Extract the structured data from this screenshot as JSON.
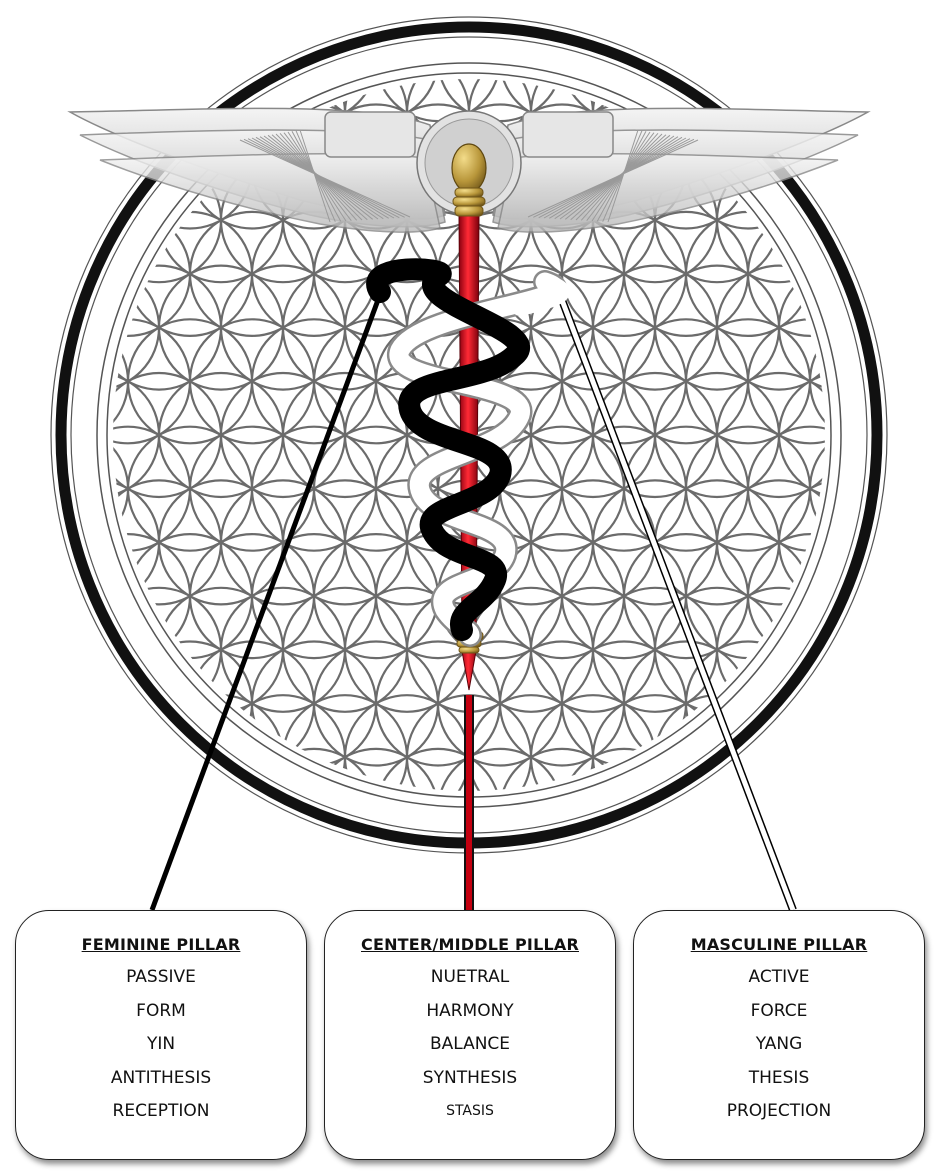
{
  "pillars": [
    {
      "title": "FEMININE PILLAR",
      "items": [
        "PASSIVE",
        "FORM",
        "YIN",
        "ANTITHESIS",
        "RECEPTION"
      ],
      "line_color": "#000000"
    },
    {
      "title": "CENTER/MIDDLE PILLAR",
      "items": [
        "NUETRAL",
        "HARMONY",
        "BALANCE",
        "SYNTHESIS",
        "STASIS"
      ],
      "line_color": "#cc0000"
    },
    {
      "title": "MASCULINE PILLAR",
      "items": [
        "ACTIVE",
        "FORCE",
        "YANG",
        "THESIS",
        "PROJECTION"
      ],
      "line_color": "#ffffff"
    }
  ],
  "colors": {
    "staff": "#e01020",
    "knob": "#b8963a",
    "wings": "#d4d4d4",
    "black_serpent": "#000000",
    "white_serpent": "#ffffff"
  },
  "icons": [
    "flower-of-life-icon",
    "caduceus-icon",
    "wings-icon"
  ]
}
